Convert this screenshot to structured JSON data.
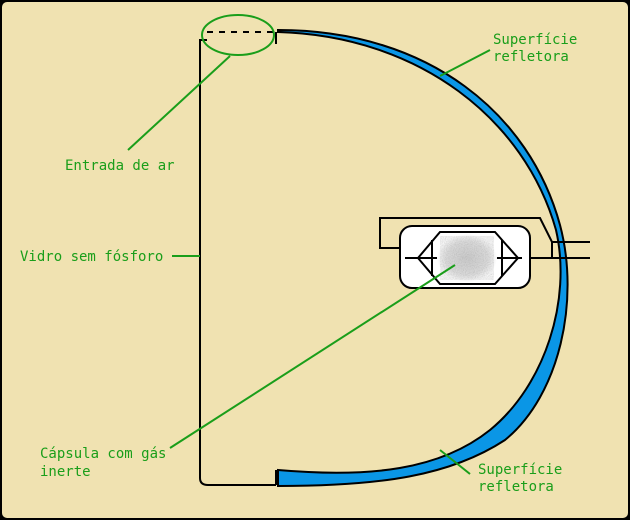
{
  "colors": {
    "background": "#f0e2b1",
    "border": "#000000",
    "label": "#1a9e1a",
    "reflector": "#0a96e6",
    "capsule": "#ffffff"
  },
  "labels": {
    "reflector_top_line1": "Superfície",
    "reflector_top_line2": "refletora",
    "air_inlet": "Entrada de ar",
    "glass": "Vidro sem fósforo",
    "capsule_line1": "Cápsula com gás",
    "capsule_line2": "inerte",
    "reflector_bottom_line1": "Superfície",
    "reflector_bottom_line2": "refletora"
  }
}
